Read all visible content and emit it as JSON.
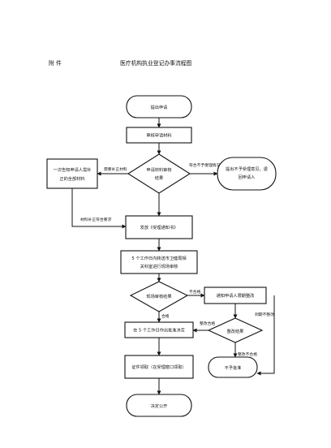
{
  "header": {
    "attachment_label": "附 件",
    "title": "医疗机构执业登记办事流程图"
  },
  "nodes": {
    "submit": "提出申请",
    "review_materials": "审核申请材料",
    "decision_line1": "申请材料审核",
    "decision_line2": "结果",
    "reject_line1": "提出不予受理意见，退",
    "reject_line2": "回申请人",
    "notify_line1": "一次告知申请人需补",
    "notify_line2": "正的全部材料",
    "acceptance": "发放《受理通知书》",
    "transfer_line1": "5 个工作日内转送市卫健局相",
    "transfer_line2": "关科室进行现场审核",
    "onsite": "现场审核结果",
    "rectify_notice": "通知申请人限期整改",
    "rectify_result": "整改结果",
    "approve_decision": "在 5 个工作日作出批准决定",
    "license_pickup": "证件领取（在受理窗口领取）",
    "not_approved": "不予批准",
    "publicize": "决定公开"
  },
  "edges": {
    "needs_supplement": "需要补正材料",
    "does_not_meet": "符合不予受理情况",
    "supplement_ok": "材料补正符合要求",
    "unqualified": "不合格",
    "qualified": "合格",
    "rectify_qualified": "整改合格",
    "overdue_no_rectify": "到期不整改",
    "rectify_unqualified": "整改不合格"
  }
}
